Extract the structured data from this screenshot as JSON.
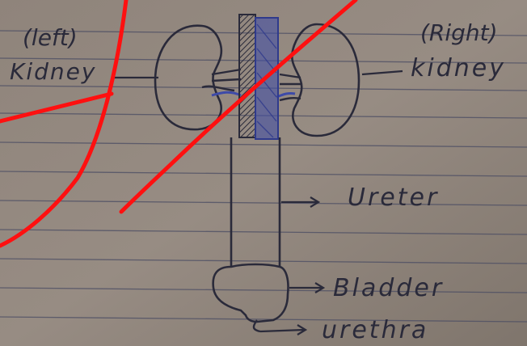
{
  "labels": {
    "left_side": "(left)",
    "left_kidney": "Kidney",
    "right_side": "(Right)",
    "right_kidney": "kidney",
    "ureter": "Ureter",
    "bladder": "Bladder",
    "urethra": "urethra"
  },
  "colors": {
    "paper": "#8a7f76",
    "paper_light": "#968b82",
    "rule_line": "#4a4c63",
    "ink": "#2a2a3a",
    "blue_pen": "#3d4aa8",
    "correction_red": "#ff1010"
  }
}
